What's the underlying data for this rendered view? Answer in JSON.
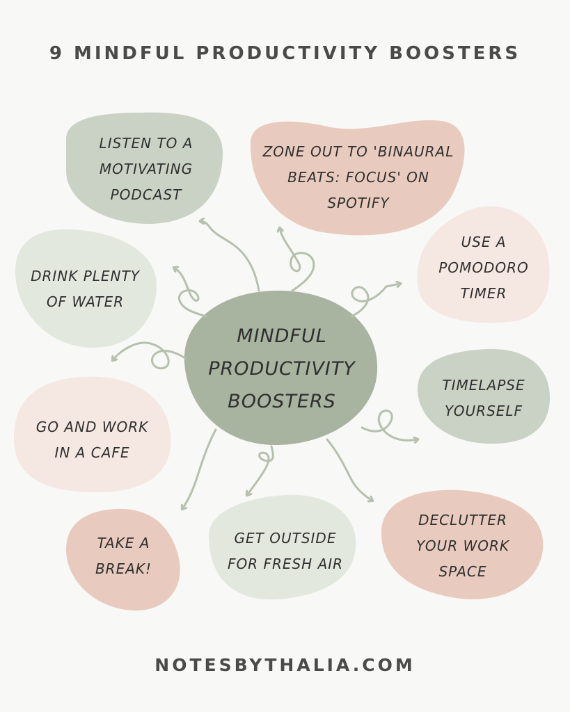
{
  "title": "9 MINDFUL PRODUCTIVITY BOOSTERS",
  "center": {
    "label": "MINDFUL\nPRODUCTIVITY\nBOOSTERS",
    "color": "#a8b3a0"
  },
  "colors": {
    "sage": "#c9d2c4",
    "pale_sage": "#e3e8df",
    "rose": "#e8cbbe",
    "pale_rose": "#f5e7e2",
    "arrow": "#b5c0ad",
    "text": "#2f2f2f"
  },
  "boosters": [
    {
      "label": "LISTEN TO A\nMOTIVATING\nPODCAST",
      "color": "sage"
    },
    {
      "label": "ZONE OUT TO 'BINAURAL\nBEATS: FOCUS' ON\nSPOTIFY",
      "color": "rose"
    },
    {
      "label": "USE A\nPOMODORO\nTIMER",
      "color": "pale_rose"
    },
    {
      "label": "TIMELAPSE\nYOURSELF",
      "color": "sage"
    },
    {
      "label": "DECLUTTER\nYOUR WORK\nSPACE",
      "color": "rose"
    },
    {
      "label": "GET OUTSIDE\nFOR FRESH AIR",
      "color": "pale_sage"
    },
    {
      "label": "TAKE A\nBREAK!",
      "color": "rose"
    },
    {
      "label": "GO AND WORK\nIN A CAFE",
      "color": "pale_rose"
    },
    {
      "label": "DRINK PLENTY\nOF WATER",
      "color": "pale_sage"
    }
  ],
  "footer": "NOTESBYTHALIA.COM"
}
